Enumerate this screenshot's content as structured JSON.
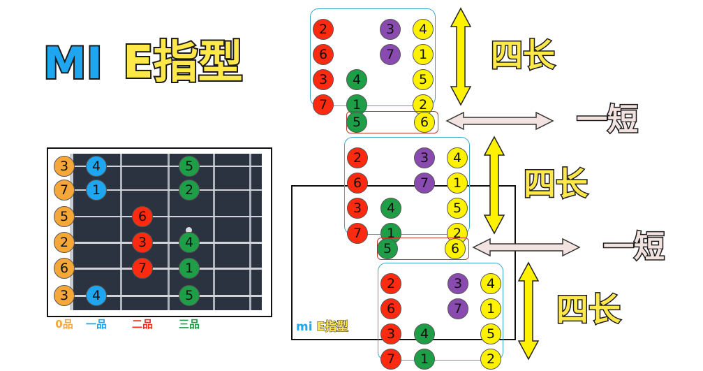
{
  "title": {
    "part1": "MI",
    "part2": "E指型",
    "color1": "#1ea7f0",
    "color2": "#ffe84a"
  },
  "colors": {
    "orange": "#f6a73a",
    "blue": "#1ea7f0",
    "red": "#ff2a10",
    "green": "#1e9e46",
    "yellow": "#fff200",
    "purple": "#8a4bb0",
    "fretboard": "#2b3340",
    "box_border": "#3aa9c9",
    "red_border": "#c0392b",
    "label_yellow": "#ffe84a",
    "label_pink": "#f2e3e0"
  },
  "fretboard": {
    "string_notes": [
      {
        "o": "3",
        "b": "4",
        "g": "5"
      },
      {
        "o": "7",
        "b": "1",
        "g": "2"
      },
      {
        "o": "5",
        "r": "6"
      },
      {
        "o": "2",
        "r": "3",
        "g": "4"
      },
      {
        "o": "6",
        "r": "7",
        "g": "1"
      },
      {
        "o": "3",
        "b": "4",
        "g": "5"
      }
    ],
    "fret_labels": [
      {
        "text": "0品",
        "color": "orange"
      },
      {
        "text": "一品",
        "color": "blue"
      },
      {
        "text": "二品",
        "color": "red"
      },
      {
        "text": "三品",
        "color": "green"
      }
    ]
  },
  "groups": [
    {
      "type": "four",
      "rows": [
        [
          {
            "t": "2",
            "c": "red"
          },
          {
            "t": "",
            "c": ""
          },
          {
            "t": "3",
            "c": "purple"
          },
          {
            "t": "4",
            "c": "yellow"
          }
        ],
        [
          {
            "t": "6",
            "c": "red"
          },
          {
            "t": "",
            "c": ""
          },
          {
            "t": "7",
            "c": "purple"
          },
          {
            "t": "1",
            "c": "yellow"
          }
        ],
        [
          {
            "t": "3",
            "c": "red"
          },
          {
            "t": "4",
            "c": "green"
          },
          {
            "t": "",
            "c": ""
          },
          {
            "t": "5",
            "c": "yellow"
          }
        ],
        [
          {
            "t": "7",
            "c": "red"
          },
          {
            "t": "1",
            "c": "green"
          },
          {
            "t": "",
            "c": ""
          },
          {
            "t": "2",
            "c": "yellow"
          }
        ]
      ]
    },
    {
      "type": "short",
      "notes": [
        {
          "t": "5",
          "c": "green"
        },
        {
          "t": "6",
          "c": "yellow"
        }
      ]
    },
    {
      "type": "four",
      "rows": [
        [
          {
            "t": "2",
            "c": "red"
          },
          {
            "t": "",
            "c": ""
          },
          {
            "t": "3",
            "c": "purple"
          },
          {
            "t": "4",
            "c": "yellow"
          }
        ],
        [
          {
            "t": "6",
            "c": "red"
          },
          {
            "t": "",
            "c": ""
          },
          {
            "t": "7",
            "c": "purple"
          },
          {
            "t": "1",
            "c": "yellow"
          }
        ],
        [
          {
            "t": "3",
            "c": "red"
          },
          {
            "t": "4",
            "c": "green"
          },
          {
            "t": "",
            "c": ""
          },
          {
            "t": "5",
            "c": "yellow"
          }
        ],
        [
          {
            "t": "7",
            "c": "red"
          },
          {
            "t": "1",
            "c": "green"
          },
          {
            "t": "",
            "c": ""
          },
          {
            "t": "2",
            "c": "yellow"
          }
        ]
      ]
    },
    {
      "type": "short",
      "notes": [
        {
          "t": "5",
          "c": "green"
        },
        {
          "t": "6",
          "c": "yellow"
        }
      ]
    },
    {
      "type": "four",
      "rows": [
        [
          {
            "t": "2",
            "c": "red"
          },
          {
            "t": "",
            "c": ""
          },
          {
            "t": "3",
            "c": "purple"
          },
          {
            "t": "4",
            "c": "yellow"
          }
        ],
        [
          {
            "t": "6",
            "c": "red"
          },
          {
            "t": "",
            "c": ""
          },
          {
            "t": "7",
            "c": "purple"
          },
          {
            "t": "1",
            "c": "yellow"
          }
        ],
        [
          {
            "t": "3",
            "c": "red"
          },
          {
            "t": "4",
            "c": "green"
          },
          {
            "t": "",
            "c": ""
          },
          {
            "t": "5",
            "c": "yellow"
          }
        ],
        [
          {
            "t": "7",
            "c": "red"
          },
          {
            "t": "1",
            "c": "green"
          },
          {
            "t": "",
            "c": ""
          },
          {
            "t": "2",
            "c": "yellow"
          }
        ]
      ]
    }
  ],
  "labels": {
    "four_long": "四长",
    "one_short": "一短"
  },
  "inset_label": {
    "part1": "mi",
    "part2": "E指型"
  }
}
